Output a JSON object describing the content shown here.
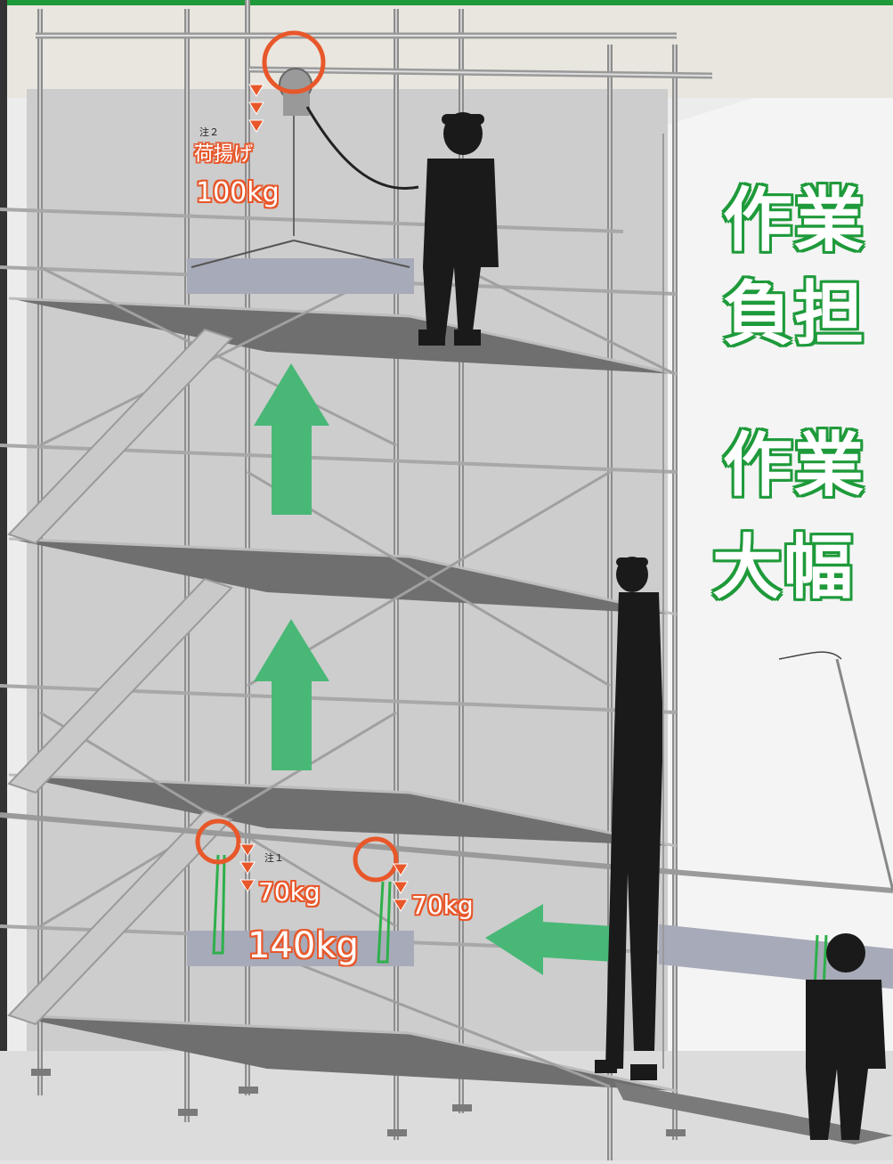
{
  "labels": {
    "note2": "注２",
    "hoist_label": "荷揚げ",
    "hoist_weight": "100kg",
    "note1": "注１",
    "load_left": "70kg",
    "load_right": "70kg",
    "load_total": "140kg"
  },
  "headline": {
    "line1": "作業",
    "line2": "負担",
    "line3": "作業",
    "line4": "大幅"
  },
  "colors": {
    "frame": "#1e9a3a",
    "accent_orange": "#e8572a",
    "arrow_green": "#49b877",
    "wall": "#cfcfcf",
    "silhouette": "#1a1a1a"
  }
}
